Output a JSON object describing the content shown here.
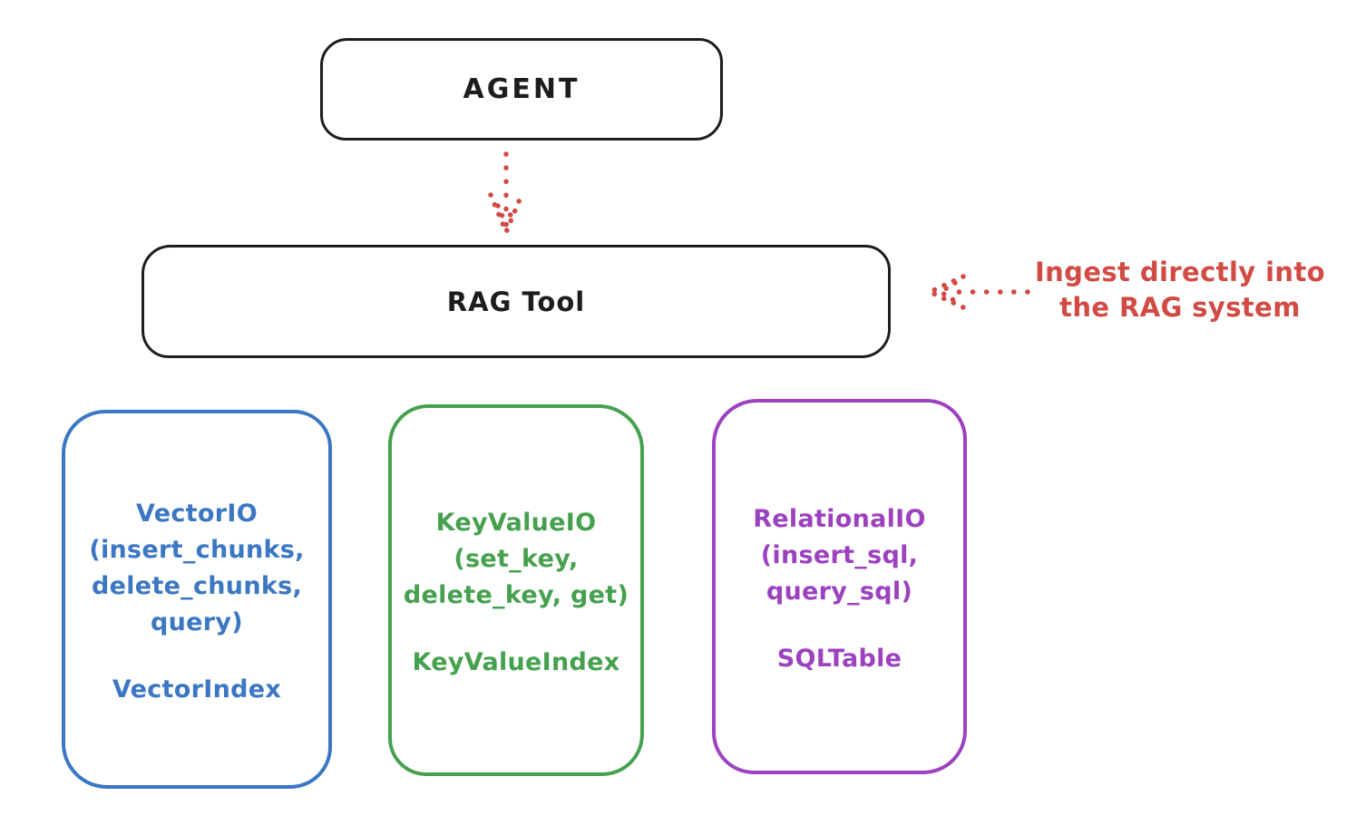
{
  "colors": {
    "black": "#1d1d1d",
    "red": "#d24a44",
    "blue": "#3b77c2",
    "green": "#46a14f",
    "purple": "#9c41bf",
    "background": "#ffffff"
  },
  "agent_box": {
    "label": "AGENT"
  },
  "rag_tool_box": {
    "label": "RAG Tool"
  },
  "ingest_annotation": {
    "text": "Ingest directly into\nthe RAG system"
  },
  "arrows": [
    {
      "name": "agent-to-rag-arrow",
      "style": "dotted",
      "direction": "down",
      "color": "#d24a44"
    },
    {
      "name": "ingest-arrow",
      "style": "dotted",
      "direction": "left",
      "color": "#d24a44"
    }
  ],
  "backends": [
    {
      "name": "vector-io",
      "signature": "VectorIO\n(insert_chunks,\ndelete_chunks,\nquery)",
      "index_label": "VectorIndex",
      "color": "#3b77c2"
    },
    {
      "name": "key-value-io",
      "signature": "KeyValueIO\n(set_key,\ndelete_key, get)",
      "index_label": "KeyValueIndex",
      "color": "#46a14f"
    },
    {
      "name": "relational-io",
      "signature": "RelationalIO\n(insert_sql,\nquery_sql)",
      "index_label": "SQLTable",
      "color": "#9c41bf"
    }
  ]
}
